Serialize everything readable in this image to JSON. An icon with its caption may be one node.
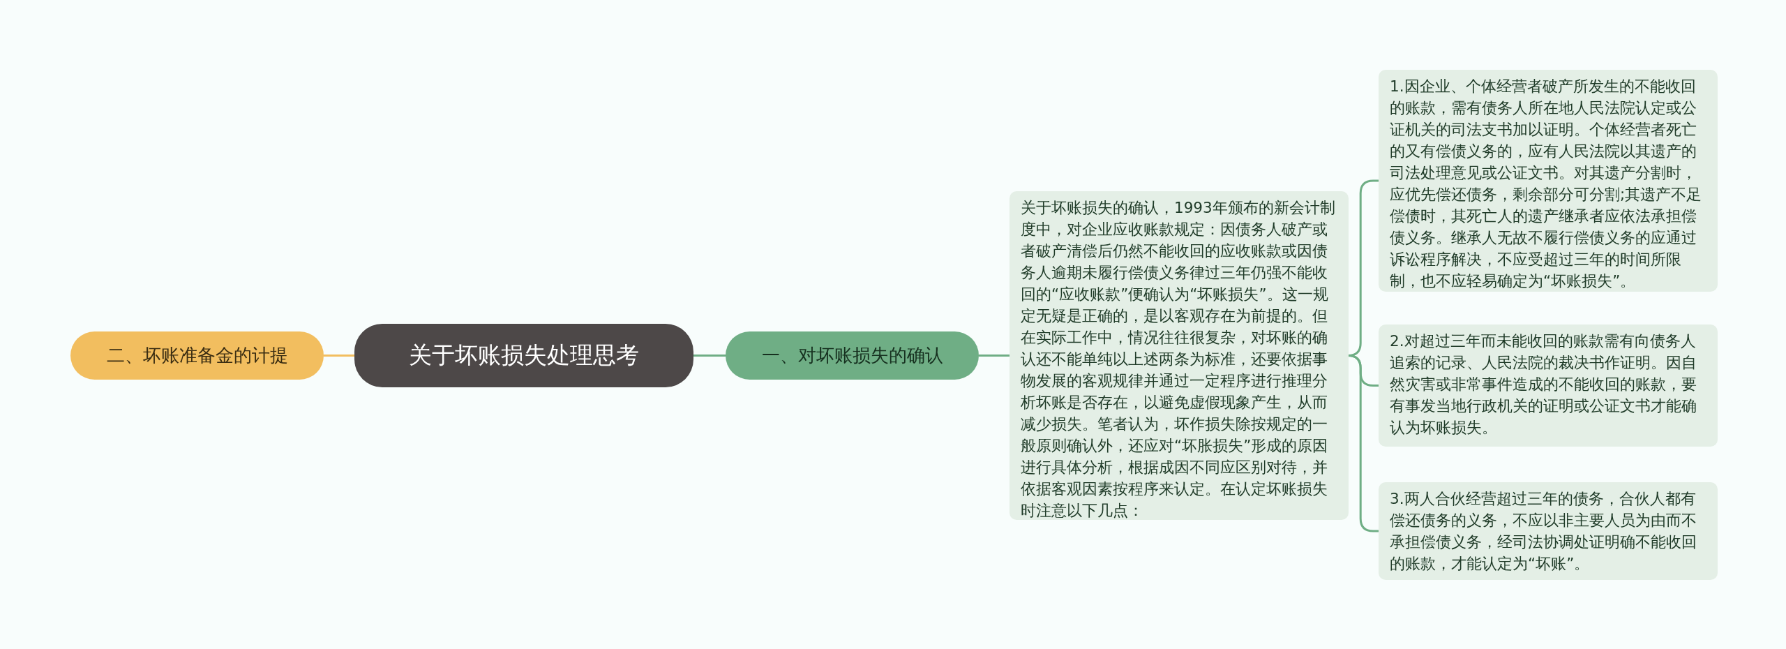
{
  "diagram": {
    "nodes": [
      {
        "text": [
          "关于坏账损失处理思考"
        ]
      },
      {
        "text": [
          "二、坏账准备金的计提"
        ]
      },
      {
        "text": [
          "一、对坏账损失的确认"
        ]
      },
      {
        "text": [
          "关于坏账损失的确认，1993年颁布的新会计制度中，对企业应收账款规定：因债务人破产或者破产清偿后仍然不能收回的应收账款或因债务人逾期未履行偿债义务律过三年仍强不能收回的“应收账款”便确认为“坏账损失”。这一规定无疑是正确的，是以客观存在为前提的。但在实际工作中，情况往往很复杂，对坏账的确认还不能单纯以上述两条为标准，还要依据事物发展的客观规律并通过一定程序进行推理分析坏账是否存在，以避免虚假现象产生，从而减少损失。笔者认为，坏作损失除按规定的一般原则确认外，还应对“坏胀损失”形成的原因进行具体分析，根据成因不同应区别对待，并依据客观因素按程序来认定。在认定坏账损失时注意以下几点："
        ]
      },
      {
        "text": [
          "1.因企业、个体经营者破产所发生的不能收回的账款，需有债务人所在地人民法院认定或公证机关的司法支书加以证明。个体经营者死亡的又有偿债义务的，应有人民法院以其遗产的司法处理意见或公证文书。对其遗产分割时，应优先偿还债务，剩余部分可分割;其遗产不足偿债时，其死亡人的遗产继承者应依法承担偿债义务。继承人无故不履行偿债义务的应通过诉讼程序解决，不应受超过三年的时间所限制，也不应轻易确定为“坏账损失”。"
        ]
      },
      {
        "text": [
          "2.对超过三年而未能收回的账款需有向债务人追索的记录、人民法院的裁决书作证明。因自然灾害或非常事件造成的不能收回的账款，要有事发当地行政机关的证明或公证文书才能确认为坏账损失。"
        ]
      },
      {
        "text": [
          "3.两人合伙经营超过三年的债务，合伙人都有偿还债务的义务，不应以非主要人员为由而不承担偿债义务，经司法协调处证明确不能收回的账款，才能认定为“坏账”。"
        ]
      }
    ],
    "edges": [
      {
        "from": 0,
        "to": 1,
        "arrow": "none",
        "color": "#f2be5f"
      },
      {
        "from": 0,
        "to": 2,
        "arrow": "none"
      },
      {
        "from": 2,
        "to": 3,
        "arrow": "none"
      },
      {
        "from": 3,
        "to": 4,
        "arrow": "none"
      },
      {
        "from": 3,
        "to": 5,
        "arrow": "none"
      },
      {
        "from": 3,
        "to": 6,
        "arrow": "none"
      }
    ]
  }
}
